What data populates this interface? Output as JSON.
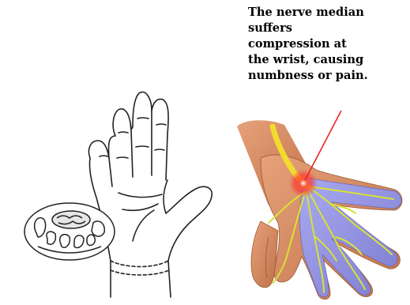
{
  "annotation": {
    "lines": [
      "The nerve median",
      "suffers",
      "compression at",
      "the wrist, causing",
      "numbness or pain."
    ],
    "pointer_color": "#e8232a"
  },
  "colors": {
    "sketch_line": "#222222",
    "skin": "#d9926a",
    "skin_dark": "#b5673f",
    "nerve_zone": "#8f8fe0",
    "nerve_branch": "#d8e236",
    "median_nerve": "#f2dc2e",
    "compression_glow": "#ff2a2a"
  }
}
